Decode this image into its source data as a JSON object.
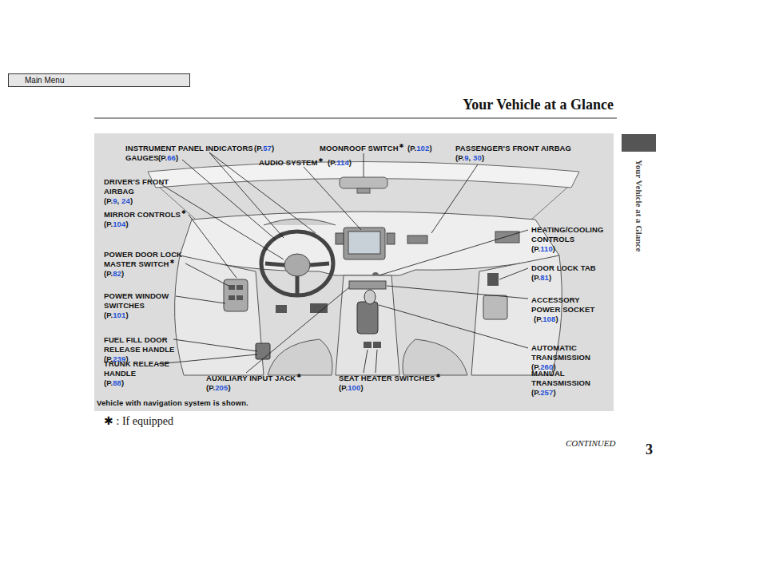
{
  "diagram": {
    "title": "Your Vehicle at a Glance",
    "caption": "Vehicle with navigation system is shown.",
    "nodes": [
      {
        "text": [
          "Main Menu"
        ]
      }
    ],
    "labels": [
      "INSTRUMENT PANEL INDICATORS",
      "(P.57)",
      "GAUGES",
      "(P.66)",
      "AUDIO SYSTEM✱",
      "(P.114)",
      "MOONROOF SWITCH✱",
      "(P.102)",
      "PASSENGER'S FRONT AIRBAG",
      "(P.9, 30)",
      "DRIVER'S FRONT AIRBAG",
      "(P.9, 24)",
      "MIRROR CONTROLS✱",
      "(P.104)",
      "POWER DOOR LOCK MASTER SWITCH✱",
      "(P.82)",
      "POWER WINDOW SWITCHES",
      "(P.101)",
      "FUEL FILL DOOR RELEASE HANDLE",
      "(P.239)",
      "TRUNK RELEASE HANDLE",
      "(P.88)",
      "AUXILIARY INPUT JACK✱",
      "(P.205)",
      "SEAT HEATER SWITCHES✱",
      "(P.100)",
      "HEATING/COOLING CONTROLS",
      "(P.110)",
      "DOOR LOCK TAB",
      "(P.81)",
      "ACCESSORY POWER SOCKET",
      "(P.108)",
      "AUTOMATIC TRANSMISSION",
      "(P.260)",
      "MANUAL TRANSMISSION",
      "(P.257)",
      "Your Vehicle at a Glance",
      "✱ : If equipped",
      "CONTINUED",
      "3"
    ]
  }
}
